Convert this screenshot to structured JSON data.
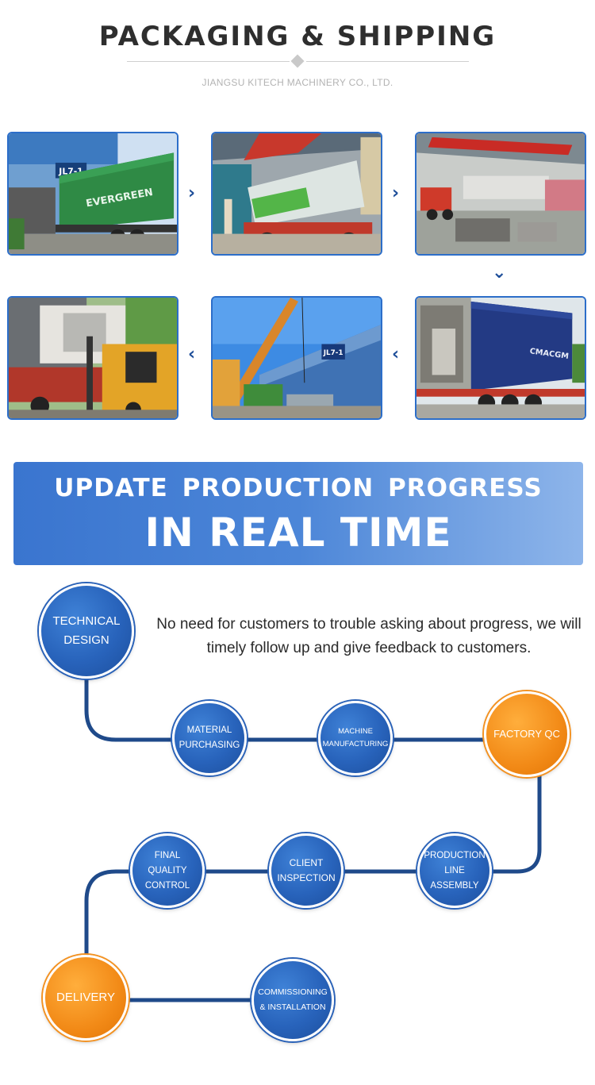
{
  "header": {
    "title": "PACKAGING & SHIPPING",
    "company": "JIANGSU KITECH MACHINERY CO., LTD."
  },
  "photos": {
    "p1": {
      "sign": "JL7-1",
      "container_text": "EVERGREEN"
    },
    "p2": {},
    "p3": {},
    "p4": {
      "container_text": "CMACGM"
    },
    "p5": {
      "sign": "JL7-1"
    },
    "p6": {}
  },
  "arrows": {
    "right": "›",
    "down": "⌄",
    "left": "‹"
  },
  "banner": {
    "line1": "UPDATE  PRODUCTION  PROGRESS",
    "line2": "IN REAL TIME"
  },
  "process": {
    "description": "No need for customers to trouble asking about progress, we will timely follow up and give feedback to customers.",
    "steps": {
      "technical_design": "TECHNICAL DESIGN",
      "material_purchasing": "MATERIAL PURCHASING",
      "machine_manufacturing": "MACHINE MANUFACTURING",
      "factory_qc": "FACTORY QC",
      "production_line_assembly": "PRODUCTION LINE ASSEMBLY",
      "client_inspection": "CLIENT INSPECTION",
      "final_quality_control": "FINAL QUALITY CONTROL",
      "delivery": "DELIVERY",
      "commissioning_installation": "COMMISSIONING & INSTALLATION"
    }
  },
  "colors": {
    "title": "#2e2e2e",
    "accent_blue": "#2c6ec9",
    "flow_line": "#1f4a8a",
    "highlight_orange": "#f28a17"
  }
}
